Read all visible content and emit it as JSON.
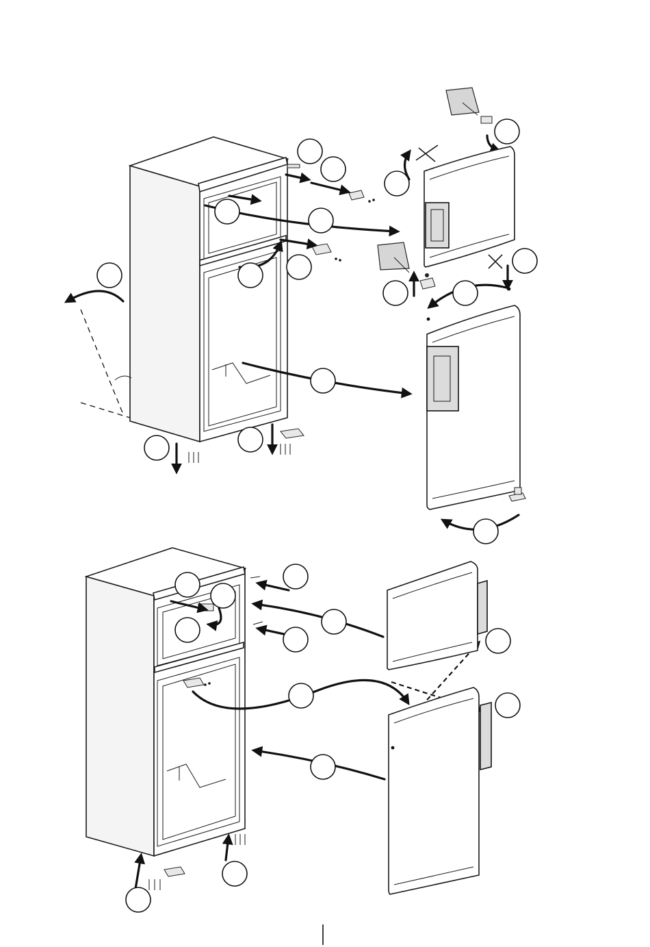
{
  "diagram": {
    "type": "door-reversal-instructions",
    "panels": [
      "remove-doors",
      "refit-doors"
    ],
    "step_markers": [
      "upper-01",
      "upper-02",
      "upper-03",
      "upper-04",
      "upper-05",
      "upper-06",
      "upper-07",
      "upper-08",
      "upper-09",
      "upper-10",
      "upper-11",
      "upper-12",
      "upper-13",
      "upper-14",
      "upper-15",
      "lower-01",
      "lower-02",
      "lower-03",
      "lower-04",
      "lower-05",
      "lower-06",
      "lower-07",
      "lower-08",
      "lower-09",
      "lower-10",
      "lower-11",
      "lower-12"
    ],
    "icons": [
      "fridge-icon",
      "door-icon",
      "hinge-icon",
      "screw-icon",
      "bag-icon",
      "arrow-icon",
      "do-not-icon"
    ],
    "colors": {
      "line": "#1a1a1a",
      "background": "#ffffff",
      "fill": "#f4f4f4"
    }
  }
}
